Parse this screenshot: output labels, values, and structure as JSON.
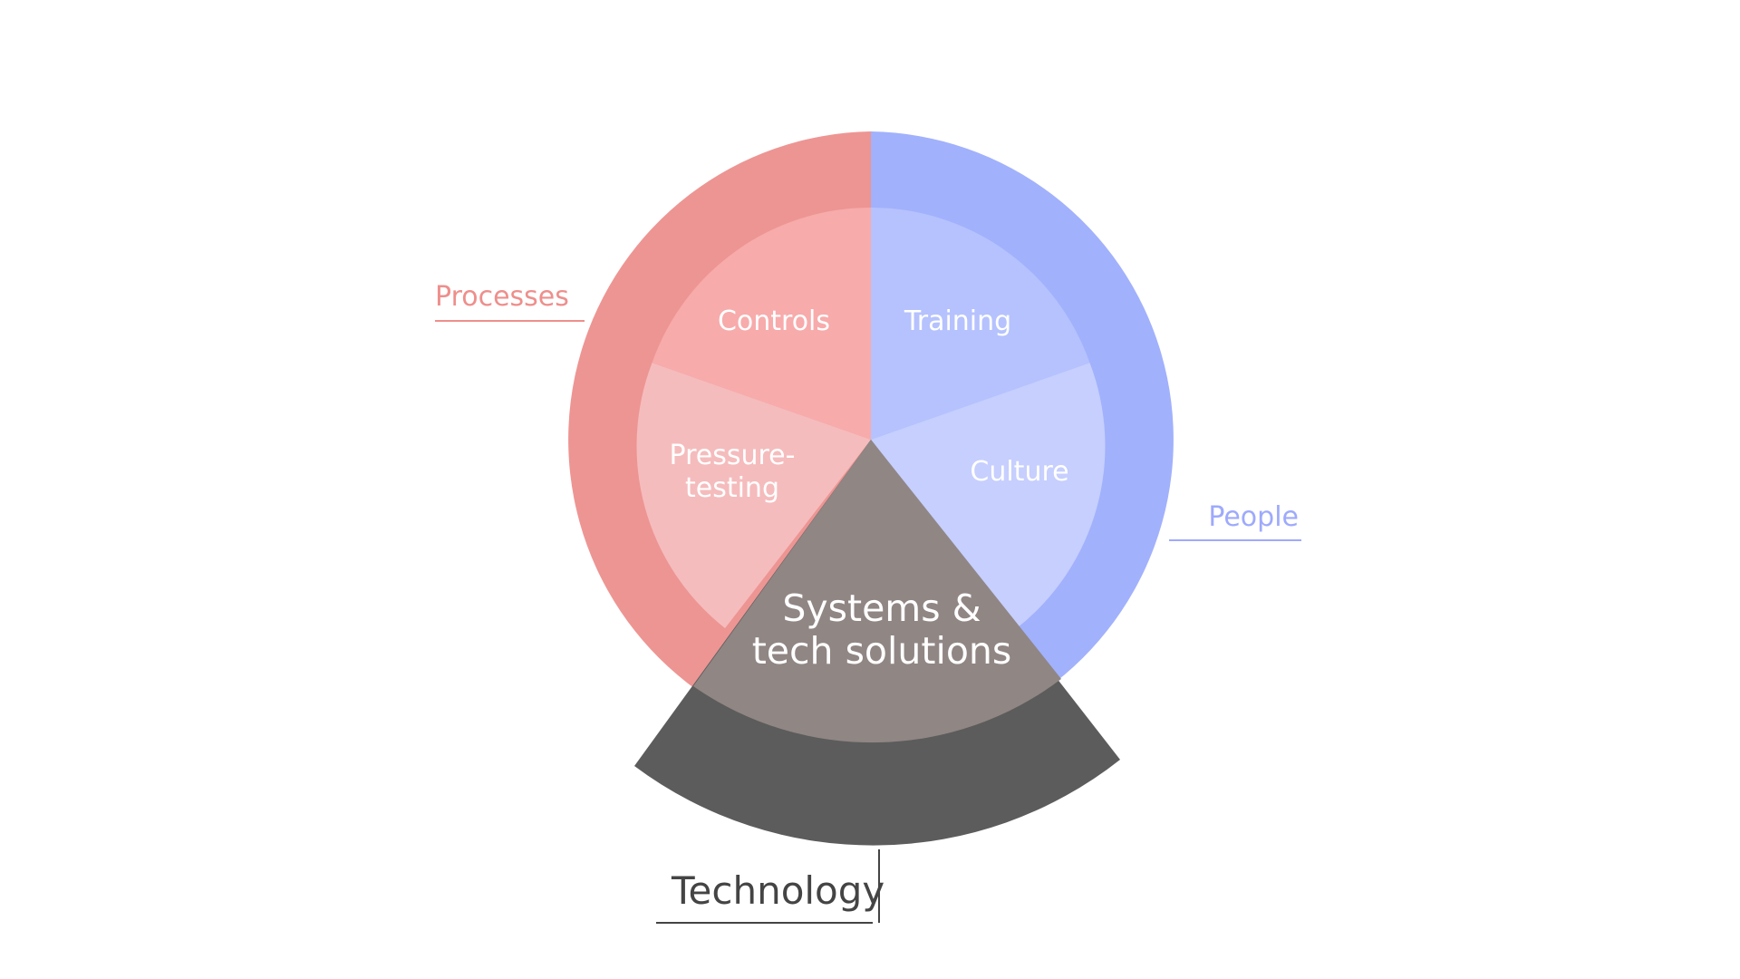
{
  "colors": {
    "processes_outer": "#ed9593",
    "processes_inner_a": "#f7abab",
    "processes_inner_b": "#f5bcbd",
    "people_outer": "#a1b1fc",
    "people_inner_a": "#b5c2fd",
    "people_inner_b": "#c6cffd",
    "technology_outer": "#5c5c5c",
    "technology_inner": "#908684",
    "processes_label": "#ee8f8c",
    "people_label": "#9eaafc",
    "technology_label": "#444444"
  },
  "outer_categories": {
    "processes": "Processes",
    "people": "People",
    "technology": "Technology"
  },
  "inner_segments": {
    "controls": "Controls",
    "pressure_line1": "Pressure-",
    "pressure_line2": "testing",
    "training": "Training",
    "culture": "Culture",
    "systems_line1": "Systems &",
    "systems_line2": "tech solutions"
  }
}
